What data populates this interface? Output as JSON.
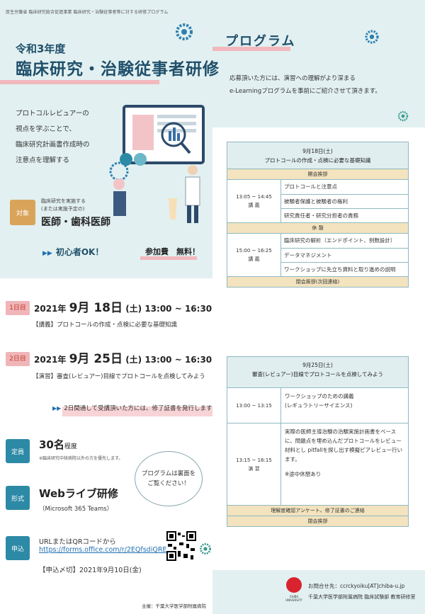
{
  "header": {
    "sponsor": "厚生労働省 臨床研究総合促進事業  臨床研究・治験従事者等に対する研修プログラム",
    "year": "令和3年度",
    "title": "臨床研究・治験従事者研修"
  },
  "intro": {
    "lines": [
      "プロトコルレビュアーの",
      "視点を学ぶことで、",
      "臨床研究計画書作成時の",
      "注意点を理解する"
    ]
  },
  "target": {
    "label": "対象",
    "note1": "臨床研究を実施する",
    "note2": "(または実施予定の)",
    "main": "医師・歯科医師"
  },
  "beginner": "初心者OK！",
  "fee": "参加費　無料！",
  "program": {
    "title": "プログラム",
    "desc1": "応募頂いた方には、演習への理解がより深まる",
    "desc2": "e-Learningプログラムを事前にご紹介させて頂きます。"
  },
  "day1": {
    "badge": "1日目",
    "date_prefix": "2021年",
    "date_big": "9月 18日",
    "date_suffix": "(土) 13:00 ~ 16:30",
    "desc": "【講義】プロトコールの作成・点検に必要な基礎知識"
  },
  "day2": {
    "badge": "2日目",
    "date_prefix": "2021年",
    "date_big": "9月 25日",
    "date_suffix": "(土) 13:00 ~ 16:30",
    "desc": "【演習】審査(レビュアー)目線でプロトコールを点検してみよう"
  },
  "certificate": "2日間通して受講頂いた方には、修了証書を発行します",
  "capacity": {
    "label": "定員",
    "value": "30名",
    "suffix": "程度",
    "note": "※臨床研究中核病院以外の方を優先します。"
  },
  "format": {
    "label": "形式",
    "value": "Webライブ研修",
    "sub": "（Microsoft 365 Teams）"
  },
  "apply": {
    "label": "申込",
    "line1": "URLまたはQRコードから",
    "url": "https://forms.office.com/r/2EQfsdiQRE",
    "deadline": "【申込〆切】2021年9月10日(金)"
  },
  "bubble": {
    "line1": "プログラムは裏面を",
    "line2": "ご覧ください！"
  },
  "host": "主催：千葉大学医学部附属病院",
  "schedule1": {
    "date": "9月18日(土)",
    "theme": "プロトコールの作成・点検に必要な基礎知識",
    "opening": "開会挨拶",
    "block1_time": "13:05 ~ 14:45",
    "block1_type": "講 義",
    "block1_items": [
      "プロトコールと注意点",
      "被験者保護と被験者の権利",
      "研究責任者・研究分担者の責務"
    ],
    "break": "休 憩",
    "block2_time": "15:00 ~ 16:25",
    "block2_type": "講 義",
    "block2_items": [
      "臨床研究の解析（エンドポイント、例数設計）",
      "データマネジメント",
      "ワークショップに先立ち資料と取り進めの説明"
    ],
    "closing": "閉会挨拶(次回連絡)"
  },
  "schedule2": {
    "date": "9月25日(土)",
    "theme": "審査(レビュアー)目線でプロトコールを点検してみよう",
    "block1_time": "13:00 ~ 13:15",
    "block1_text1": "ワークショップのための講義",
    "block1_text2": "(レギュラトリーサイエンス)",
    "block2_time": "13:15 ~ 16:15",
    "block2_type": "演 習",
    "block2_text": "実際の医師主導治験の治験実施計画書をベースに、問題点を埋め込んだプロトコールをレビュー材料とし pitfallを探し出す模擬ピアレビュー行います。",
    "block2_note": "※途中休憩あり",
    "survey": "理解度確認アンケート、修了証書のご連絡",
    "closing": "閉会挨拶"
  },
  "contact": {
    "line1": "お問合せ先：ccrckyoiku[AT]chiba-u.jp",
    "line2": "千葉大学医学部附属病院 臨床試験部 教育研修室",
    "logo_text": "CHIBA UNIVERSITY"
  },
  "colors": {
    "navy": "#1f4f6a",
    "teal": "#2d8aa6",
    "pink": "#f2b8bd",
    "tan": "#f3e3be",
    "mint": "#e2f0f1"
  }
}
